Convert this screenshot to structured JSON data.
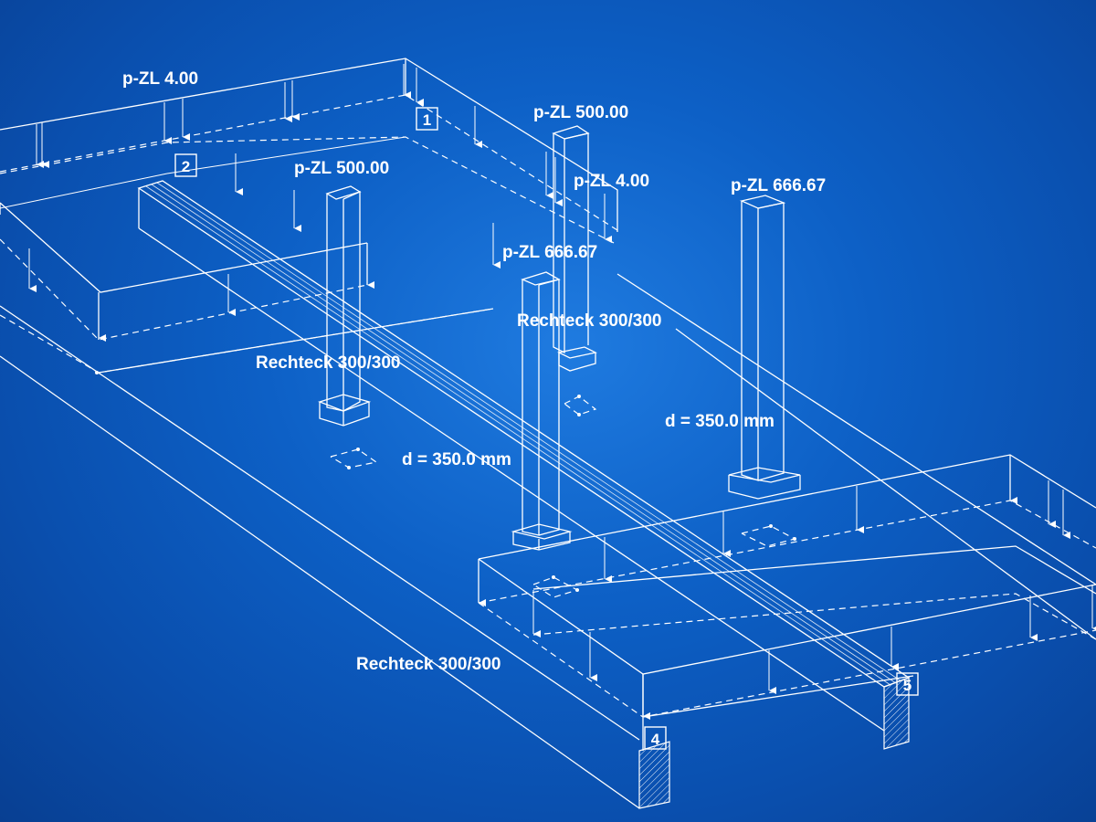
{
  "labels": {
    "load_slab_1": "p-ZL 4.00",
    "load_slab_2": "p-ZL 4.00",
    "load_column_a": "p-ZL 500.00",
    "load_column_b": "p-ZL 500.00",
    "load_column_c": "p-ZL 666.67",
    "load_column_d": "p-ZL 666.67",
    "section_column_a": "Rechteck 300/300",
    "section_column_b": "Rechteck 300/300",
    "section_beam": "Rechteck 300/300",
    "thickness_slab_1": "d = 350.0 mm",
    "thickness_slab_2": "d = 350.0 mm"
  },
  "markers": [
    "1",
    "2",
    "4",
    "5"
  ],
  "colors": {
    "background": "#0d60c6",
    "lines": "#ffffff"
  }
}
